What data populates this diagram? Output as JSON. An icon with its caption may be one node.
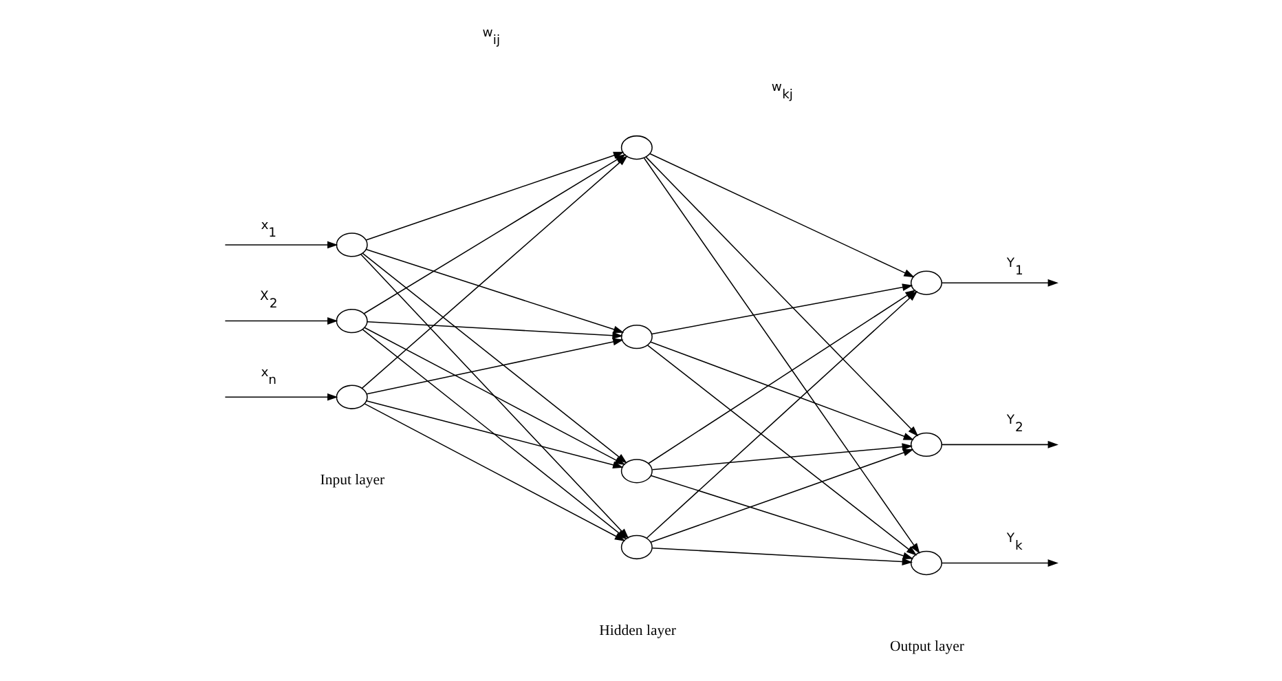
{
  "diagram": {
    "nodes": [
      {
        "text": [],
        "shape": "circle"
      },
      {
        "text": [],
        "shape": "circle"
      },
      {
        "text": [],
        "shape": "circle"
      },
      {
        "text": [],
        "shape": "circle"
      },
      {
        "text": [],
        "shape": "circle"
      },
      {
        "text": [],
        "shape": "circle"
      },
      {
        "text": [],
        "shape": "circle"
      },
      {
        "text": [],
        "shape": "circle"
      },
      {
        "text": [],
        "shape": "circle"
      },
      {
        "text": [],
        "shape": "circle"
      }
    ],
    "edges": [
      {
        "from": null,
        "to": 0,
        "arrow": "to",
        "label": "x$_{1}$"
      },
      {
        "from": null,
        "to": 1,
        "arrow": "to",
        "label": "X$_{2}$"
      },
      {
        "from": null,
        "to": 2,
        "arrow": "to",
        "label": "x$_{n}$"
      },
      {
        "from": 0,
        "to": 3,
        "arrow": "to"
      },
      {
        "from": 0,
        "to": 4,
        "arrow": "to"
      },
      {
        "from": 0,
        "to": 5,
        "arrow": "to"
      },
      {
        "from": 0,
        "to": 6,
        "arrow": "to"
      },
      {
        "from": 1,
        "to": 3,
        "arrow": "to"
      },
      {
        "from": 1,
        "to": 4,
        "arrow": "to"
      },
      {
        "from": 1,
        "to": 5,
        "arrow": "to"
      },
      {
        "from": 1,
        "to": 6,
        "arrow": "to"
      },
      {
        "from": 2,
        "to": 3,
        "arrow": "to"
      },
      {
        "from": 2,
        "to": 4,
        "arrow": "to"
      },
      {
        "from": 2,
        "to": 5,
        "arrow": "to"
      },
      {
        "from": 2,
        "to": 6,
        "arrow": "to"
      },
      {
        "from": 3,
        "to": 7,
        "arrow": "to"
      },
      {
        "from": 3,
        "to": 8,
        "arrow": "to"
      },
      {
        "from": 3,
        "to": 9,
        "arrow": "to"
      },
      {
        "from": 4,
        "to": 7,
        "arrow": "to"
      },
      {
        "from": 4,
        "to": 8,
        "arrow": "to"
      },
      {
        "from": 4,
        "to": 9,
        "arrow": "to"
      },
      {
        "from": 5,
        "to": 7,
        "arrow": "to"
      },
      {
        "from": 5,
        "to": 8,
        "arrow": "to"
      },
      {
        "from": 5,
        "to": 9,
        "arrow": "to"
      },
      {
        "from": 6,
        "to": 7,
        "arrow": "to"
      },
      {
        "from": 6,
        "to": 8,
        "arrow": "to"
      },
      {
        "from": 6,
        "to": 9,
        "arrow": "to"
      },
      {
        "from": 7,
        "to": null,
        "arrow": "to",
        "label": "Y$_{1}$"
      },
      {
        "from": 8,
        "to": null,
        "arrow": "to",
        "label": "Y$_{2}$"
      },
      {
        "from": 9,
        "to": null,
        "arrow": "to",
        "label": "Y$_{k}$"
      }
    ],
    "labels": [
      "w$_{ij}$",
      "w$_{kj}$",
      "Input layer",
      "Hidden layer",
      "Output layer"
    ]
  }
}
